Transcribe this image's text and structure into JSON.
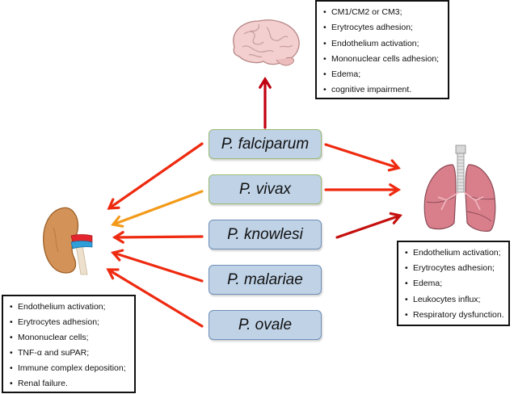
{
  "species": [
    {
      "name": "P. falciparum",
      "style": "green"
    },
    {
      "name": "P. vivax",
      "style": "green"
    },
    {
      "name": "P. knowlesi",
      "style": "blue"
    },
    {
      "name": "P. malariae",
      "style": "blue"
    },
    {
      "name": "P. ovale",
      "style": "blue"
    }
  ],
  "organs": {
    "brain": {
      "icon": "brain-icon"
    },
    "lungs": {
      "icon": "lungs-icon"
    },
    "kidney": {
      "icon": "kidney-icon"
    }
  },
  "brain_effects": [
    "CM1/CM2 or CM3;",
    "Erytrocytes adhesion;",
    "Endothelium activation;",
    "Mononuclear cells adhesion;",
    "Edema;",
    "cognitive impairment."
  ],
  "lung_effects": [
    "Endothelium activation;",
    "Erytrocytes adhesion;",
    "Edema;",
    "Leukocytes influx;",
    "Respiratory dysfunction."
  ],
  "kidney_effects": [
    "Endothelium activation;",
    "Erytrocytes adhesion;",
    "Mononuclear cells;",
    " TNF-α and suPAR;",
    "Immune complex deposition;",
    "Renal failure."
  ],
  "arrows": [
    {
      "from": "P. falciparum",
      "to": "brain",
      "color": "#c0000e"
    },
    {
      "from": "P. falciparum",
      "to": "lungs",
      "color": "#ee2a10"
    },
    {
      "from": "P. vivax",
      "to": "lungs",
      "color": "#ee2a10"
    },
    {
      "from": "P. knowlesi",
      "to": "lungs",
      "color": "#c4100e"
    },
    {
      "from": "P. falciparum",
      "to": "kidney",
      "color": "#ee2a10"
    },
    {
      "from": "P. vivax",
      "to": "kidney",
      "color": "#f39a1a"
    },
    {
      "from": "P. knowlesi",
      "to": "kidney",
      "color": "#ee2a10"
    },
    {
      "from": "P. malariae",
      "to": "kidney",
      "color": "#ee2a10"
    },
    {
      "from": "P. ovale",
      "to": "kidney",
      "color": "#ee2a10"
    }
  ]
}
